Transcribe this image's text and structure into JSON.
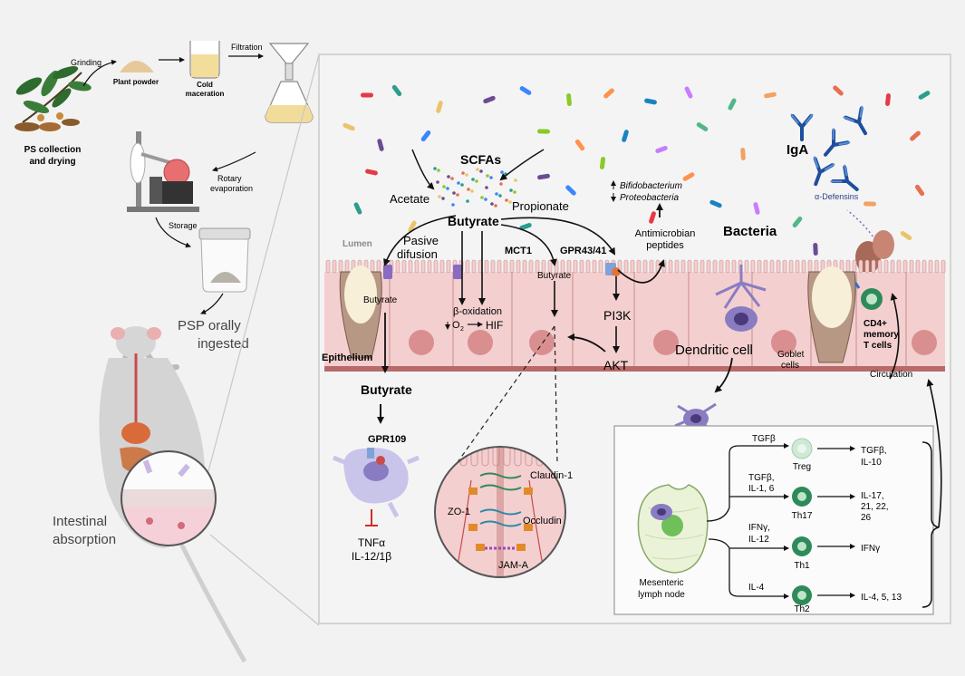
{
  "left_panel": {
    "grinding": "Grinding",
    "plant_powder": "Plant powder",
    "cold": "Cold",
    "maceration": "maceration",
    "filtration": "Filtration",
    "ps_collection_1": "PS collection",
    "ps_collection_2": "and drying",
    "rotary_1": "Rotary",
    "rotary_2": "evaporation",
    "storage": "Storage",
    "psp_1": "PSP orally",
    "psp_2": "ingested",
    "absorption_1": "Intestinal",
    "absorption_2": "absorption"
  },
  "lumen": {
    "scfas": "SCFAs",
    "acetate": "Acetate",
    "propionate": "Propionate",
    "butyrate": "Butyrate",
    "bifido": "Bifidobacterium",
    "proteo": "Proteobacteria",
    "amp_1": "Antimicrobian",
    "amp_2": "peptides",
    "bacteria": "Bacteria",
    "iga": "IgA",
    "defensins": "α-Defensins",
    "lumen_label": "Lumen"
  },
  "epithelium": {
    "pasive_1": "Pasive",
    "pasive_2": "difusion",
    "mct1": "MCT1",
    "gpr4341": "GPR43/41",
    "butyrate_cell": "Butyrate",
    "butyrate_mct": "Butyrate",
    "beta_ox": "β-oxidation",
    "o2": "O",
    "o2_sub": "2",
    "hif": "HIF",
    "pi3k": "PI3K",
    "akt": "AKT",
    "dendritic": "Dendritic cell",
    "goblet_1": "Goblet",
    "goblet_2": "cells",
    "cd4_1": "CD4+",
    "cd4_2": "memory",
    "cd4_3": "T cells",
    "epithelium_label": "Epithelium",
    "circulation": "Circulation"
  },
  "lower": {
    "butyrate": "Butyrate",
    "gpr109": "GPR109",
    "tnfa": "TNFα",
    "il12": "IL-12/1β",
    "claudin": "Claudin-1",
    "zo1": "ZO-1",
    "occludin": "Occludin",
    "jama": "JAM-A"
  },
  "lymph": {
    "node_1": "Mesenteric",
    "node_2": "lymph node",
    "tgfb": "TGFβ",
    "tgfb_il16_1": "TGFβ,",
    "tgfb_il16_2": "IL-1, 6",
    "ifng_il12_1": "IFNγ,",
    "ifng_il12_2": "IL-12",
    "il4": "IL-4",
    "treg": "Treg",
    "th17": "Th17",
    "th1": "Th1",
    "th2": "Th2",
    "out_treg_1": "TGFβ,",
    "out_treg_2": "IL-10",
    "out_th17_1": "IL-17,",
    "out_th17_2": "21, 22,",
    "out_th17_3": "26",
    "out_th1": "IFNγ",
    "out_th2": "IL-4, 5, 13"
  },
  "colors": {
    "cell_fill": "#f4cfcf",
    "cell_stroke": "#c98d8d",
    "nucleus": "#d98f8f",
    "membrane": "#b86a6a",
    "tcell": "#2f8a5a",
    "dendritic": "#8a7cc2",
    "panel_bg": "#f4f4f4"
  }
}
